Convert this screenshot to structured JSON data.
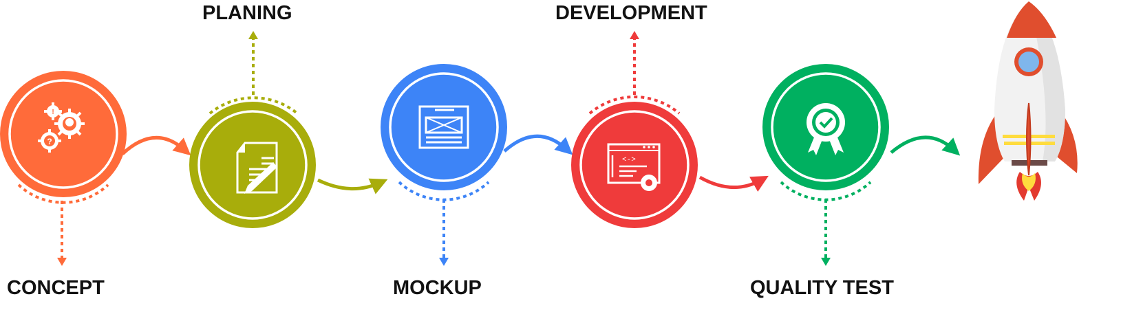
{
  "steps": [
    {
      "label": "CONCEPT",
      "color": "#FF6B3A",
      "icon": "gears-idea-icon"
    },
    {
      "label": "PLANING",
      "color": "#A8AD0B",
      "icon": "document-pencil-icon"
    },
    {
      "label": "MOCKUP",
      "color": "#3D84F7",
      "icon": "wireframe-icon"
    },
    {
      "label": "DEVELOPMENT",
      "color": "#EF3B3B",
      "icon": "code-settings-icon"
    },
    {
      "label": "QUALITY TEST",
      "color": "#00B060",
      "icon": "award-badge-icon"
    }
  ],
  "final": {
    "icon": "rocket-icon"
  }
}
